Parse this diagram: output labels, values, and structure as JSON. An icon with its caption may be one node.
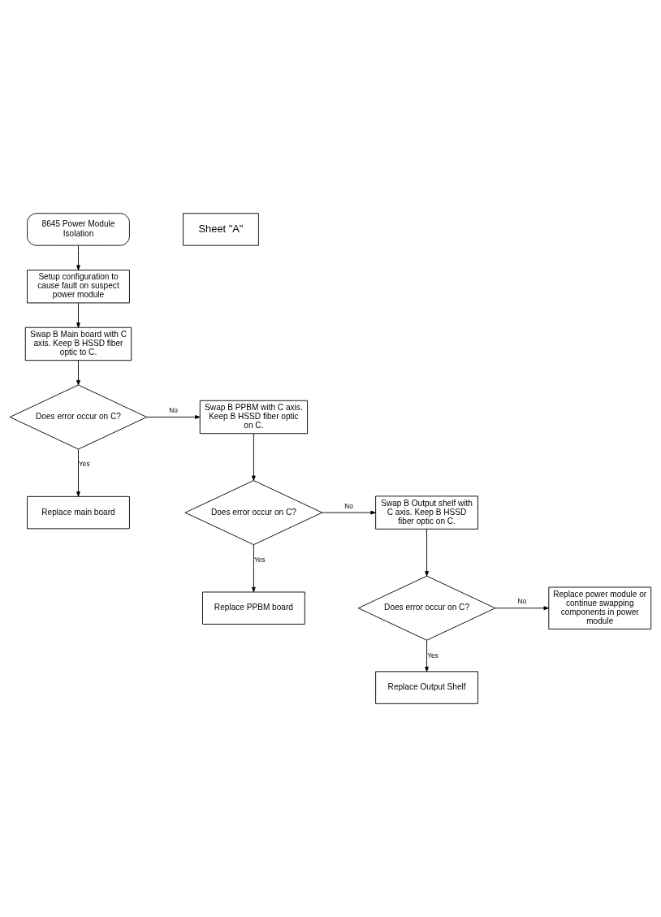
{
  "diagram": {
    "nodes": [
      {
        "text": [
          "8645 Power Module Isolation"
        ]
      },
      {
        "text": [
          "Setup configuration to cause fault on suspect power module"
        ]
      },
      {
        "text": [
          "Swap B Main board with C axis. Keep B HSSD fiber optic to C."
        ]
      },
      {
        "text": [
          "Does error occur on C?"
        ]
      },
      {
        "text": [
          "Replace main board"
        ]
      },
      {
        "text": [
          "Swap B PPBM with C axis. Keep B HSSD fiber optic on C."
        ]
      },
      {
        "text": [
          "Does error occur on C?"
        ]
      },
      {
        "text": [
          "Replace PPBM board"
        ]
      },
      {
        "text": [
          "Swap B Output shelf with C axis. Keep B HSSD fiber optic on C."
        ]
      },
      {
        "text": [
          "Does error occur on C?"
        ]
      },
      {
        "text": [
          "Replace Output Shelf"
        ]
      },
      {
        "text": [
          "Replace power module or continue swapping components in power module"
        ]
      },
      {
        "text": [
          "Sheet \"A\""
        ]
      }
    ],
    "edges": [
      {
        "from": 0,
        "to": 1,
        "arrow": "to"
      },
      {
        "from": 1,
        "to": 2,
        "arrow": "to"
      },
      {
        "from": 2,
        "to": 3,
        "arrow": "to"
      },
      {
        "from": 3,
        "to": 5,
        "arrow": "to",
        "label": "No"
      },
      {
        "from": 3,
        "to": 4,
        "arrow": "to",
        "label": "Yes"
      },
      {
        "from": 5,
        "to": 6,
        "arrow": "to"
      },
      {
        "from": 6,
        "to": 8,
        "arrow": "to",
        "label": "No"
      },
      {
        "from": 6,
        "to": 7,
        "arrow": "to",
        "label": "Yes"
      },
      {
        "from": 8,
        "to": 9,
        "arrow": "to"
      },
      {
        "from": 9,
        "to": 11,
        "arrow": "to",
        "label": "No"
      },
      {
        "from": 9,
        "to": 10,
        "arrow": "to",
        "label": "Yes"
      }
    ]
  }
}
